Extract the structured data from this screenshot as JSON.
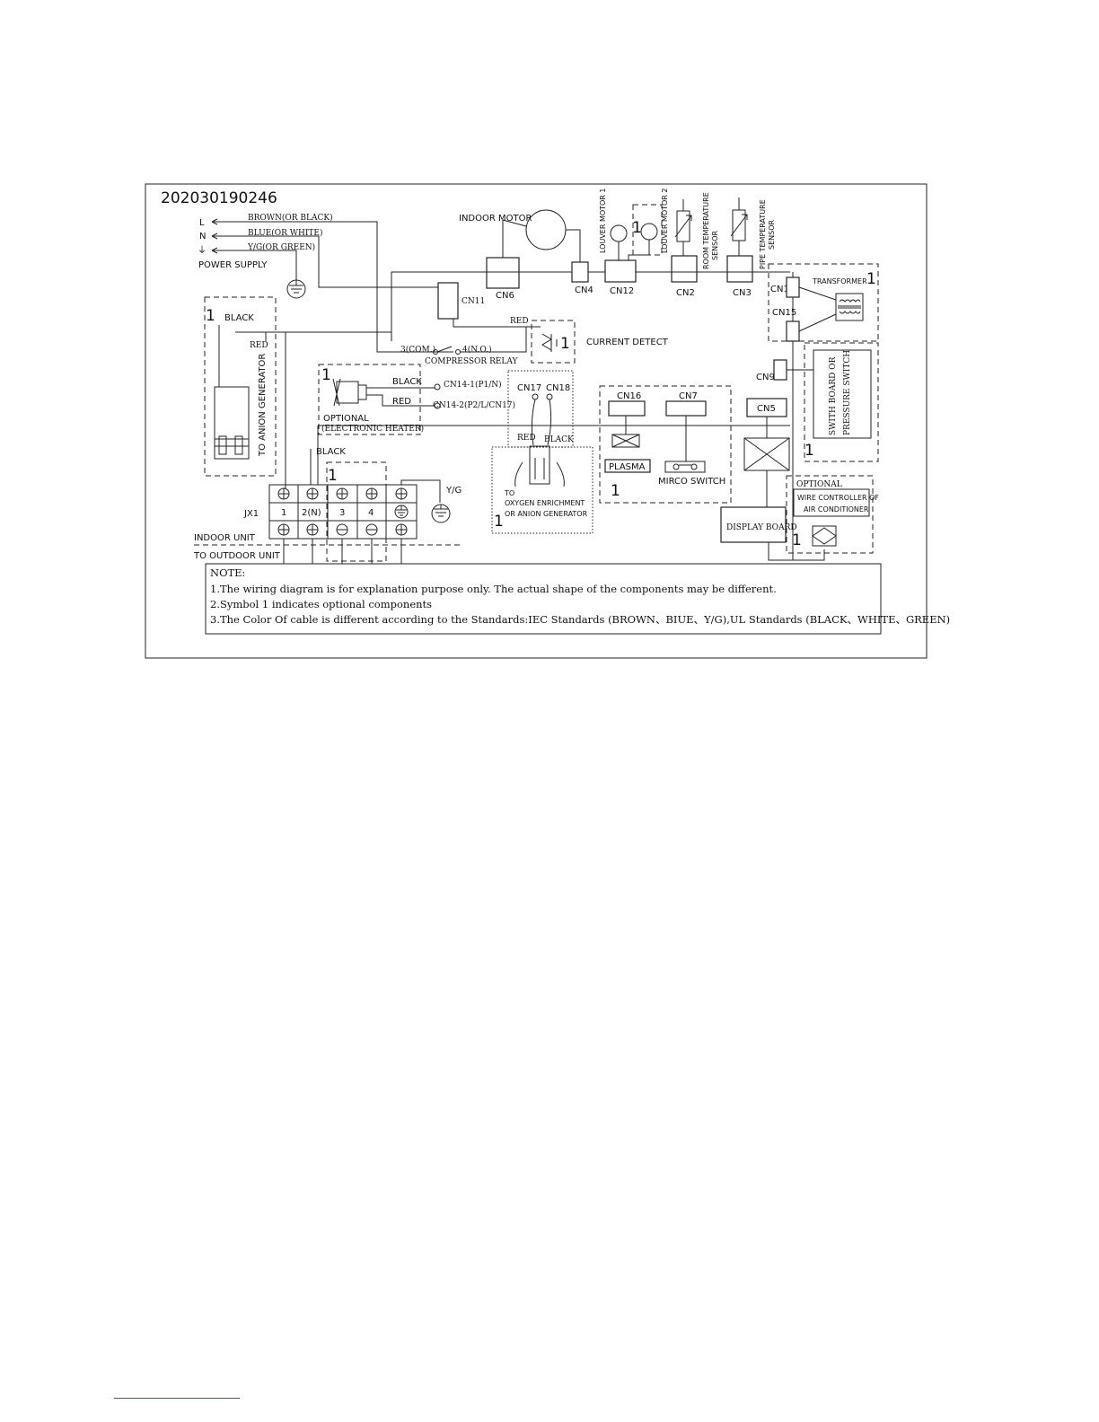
{
  "diagram_id": "202030190246",
  "power_supply": {
    "terminals": [
      "L",
      "N",
      "⏚"
    ],
    "wires": [
      "BROWN(OR BLACK)",
      "BLUE(OR WHITE)",
      "Y/G(OR GREEN)"
    ],
    "label": "POWER SUPPLY"
  },
  "components": {
    "indoor_motor": "INDOOR MOTOR",
    "louver_motor_1": "LOUVER MOTOR 1",
    "louver_motor_2": "LOUVER MOTOR 2",
    "room_sensor": [
      "ROOM TEMPERATURE",
      "SENSOR"
    ],
    "pipe_sensor": [
      "PIPE TEMPERATURE",
      "SENSOR"
    ],
    "transformer": "TRANSFORMER",
    "current_detect": "CURRENT DETECT",
    "compressor_relay": "COMPRESSOR RELAY",
    "relay_com": "3(COM.)",
    "relay_no": "4(N.O.)",
    "anion_generator": "TO ANION GENERATOR",
    "electronic_heater_optional": "OPTIONAL",
    "electronic_heater": "(ELECTRONIC HEATER)",
    "cn14_1": "CN14-1(P1/N)",
    "cn14_2": "CN14-2(P2/L/CN17)",
    "oxygen": [
      "TO",
      "OXYGEN ENRICHMENT",
      "OR ANION GENERATOR"
    ],
    "plasma": "PLASMA",
    "mirco_switch": "MIRCO SWITCH",
    "switch_board": [
      "SWITH BOARD OR",
      "PRESSURE SWITCH"
    ],
    "display_board": "DISPLAY BOARD",
    "wire_controller_optional": "OPTIONAL",
    "wire_controller": [
      "WIRE CONTROLLER OF",
      "AIR CONDITIONER"
    ]
  },
  "connectors": {
    "cn1": "CN1",
    "cn2": "CN2",
    "cn3": "CN3",
    "cn4": "CN4",
    "cn5": "CN5",
    "cn6": "CN6",
    "cn7": "CN7",
    "cn9": "CN9",
    "cn11": "CN11",
    "cn12": "CN12",
    "cn15": "CN15",
    "cn16": "CN16",
    "cn17": "CN17",
    "cn18": "CN18"
  },
  "wire_colors": {
    "black": "BLACK",
    "red": "RED",
    "yg": "Y/G"
  },
  "terminal_block": {
    "name": "JX1",
    "terminals": [
      "1",
      "2(N)",
      "3",
      "4"
    ],
    "indoor_unit": "INDOOR UNIT",
    "outdoor_unit": "TO OUTDOOR UNIT"
  },
  "optional_mark": "1",
  "notes": {
    "title": "NOTE:",
    "lines": [
      "1.The wiring diagram is for explanation purpose only. The actual shape of the components may be different.",
      "2.Symbol 1 indicates optional components",
      "3.The Color Of cable is different according to the Standards:IEC Standards (BROWN、BIUE、Y/G),UL Standards (BLACK、WHITE、GREEN)"
    ]
  },
  "colors": {
    "line": "#222222",
    "background": "#ffffff",
    "link": "#3355bb"
  }
}
